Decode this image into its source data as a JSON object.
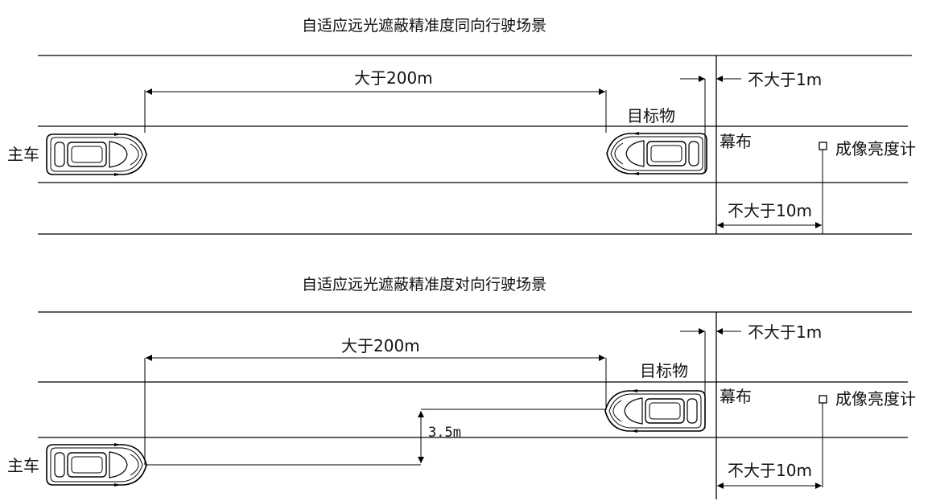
{
  "scenarios": [
    {
      "title": "自适应远光遮蔽精准度同向行驶场景",
      "distance_label": "大于200m",
      "target_label": "目标物",
      "screen_label": "幕布",
      "meter_label": "成像亮度计",
      "host_label": "主车",
      "target_screen_gap": "不大于1m",
      "screen_meter_gap": "不大于10m"
    },
    {
      "title": "自适应远光遮蔽精准度对向行驶场景",
      "distance_label": "大于200m",
      "target_label": "目标物",
      "screen_label": "幕布",
      "meter_label": "成像亮度计",
      "host_label": "主车",
      "target_screen_gap": "不大于1m",
      "screen_meter_gap": "不大于10m",
      "lateral_offset": "3.5m"
    }
  ]
}
